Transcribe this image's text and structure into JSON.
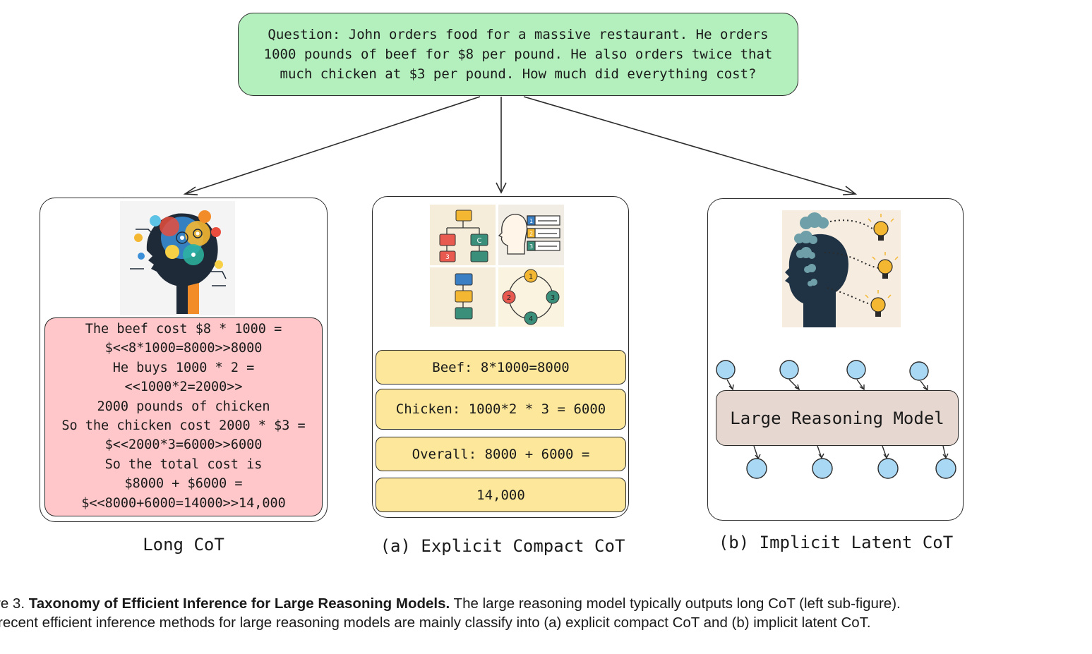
{
  "question": {
    "lines": [
      "Question: John orders food for a massive restaurant. He orders",
      "1000 pounds of beef for $8 per pound. He also orders twice that",
      "much chicken at $3 per pound. How much did everything cost?"
    ]
  },
  "long_cot": {
    "label": "Long CoT",
    "lines": [
      "The beef cost $8 * 1000 =",
      "$<<8*1000=8000>>8000",
      "He buys 1000 * 2 =",
      "<<1000*2=2000>>",
      "2000 pounds of chicken",
      "So the chicken cost 2000 * $3 =",
      "$<<2000*3=6000>>6000",
      "So the total cost is",
      "$8000 + $6000 =",
      "$<<8000+6000=14000>>14,000"
    ]
  },
  "compact_cot": {
    "label": "(a) Explicit Compact CoT",
    "steps": [
      "Beef: 8*1000=8000",
      "Chicken: 1000*2 * 3 = 6000",
      "Overall: 8000 + 6000 =",
      "14,000"
    ],
    "icon_numbers": [
      "1",
      "2",
      "3",
      "4"
    ],
    "icon_letters": [
      "C"
    ]
  },
  "latent_cot": {
    "label": "(b) Implicit Latent CoT",
    "model_label": "Large Reasoning Model"
  },
  "caption": {
    "prefix": "re 3. ",
    "bold": "Taxonomy of Efficient Inference for Large Reasoning Models.",
    "rest": " The large reasoning model typically outputs long CoT (left sub-figure).",
    "line2": "recent efficient inference methods for large reasoning models are mainly classify into (a) explicit compact CoT and (b) implicit latent CoT."
  }
}
